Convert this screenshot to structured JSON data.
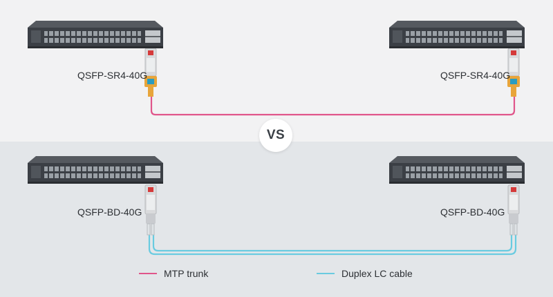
{
  "diagram": {
    "comparison_badge": "VS",
    "top": {
      "module_left": "QSFP-SR4-40G",
      "module_right": "QSFP-SR4-40G",
      "cable": "MTP trunk"
    },
    "bottom": {
      "module_left": "QSFP-BD-40G",
      "module_right": "QSFP-BD-40G",
      "cable": "Duplex LC cable"
    }
  },
  "legend": {
    "items": [
      {
        "label": "MTP trunk",
        "color": "#e0558a"
      },
      {
        "label": "Duplex LC cable",
        "color": "#69cbe0"
      }
    ]
  },
  "colors": {
    "top_background": "#f2f2f3",
    "bottom_background": "#e3e6e9",
    "switch_body": "#3b3f45",
    "mtp_trunk": "#e0558a",
    "duplex_lc": "#69cbe0",
    "mtp_connector": "#e8a53a"
  }
}
